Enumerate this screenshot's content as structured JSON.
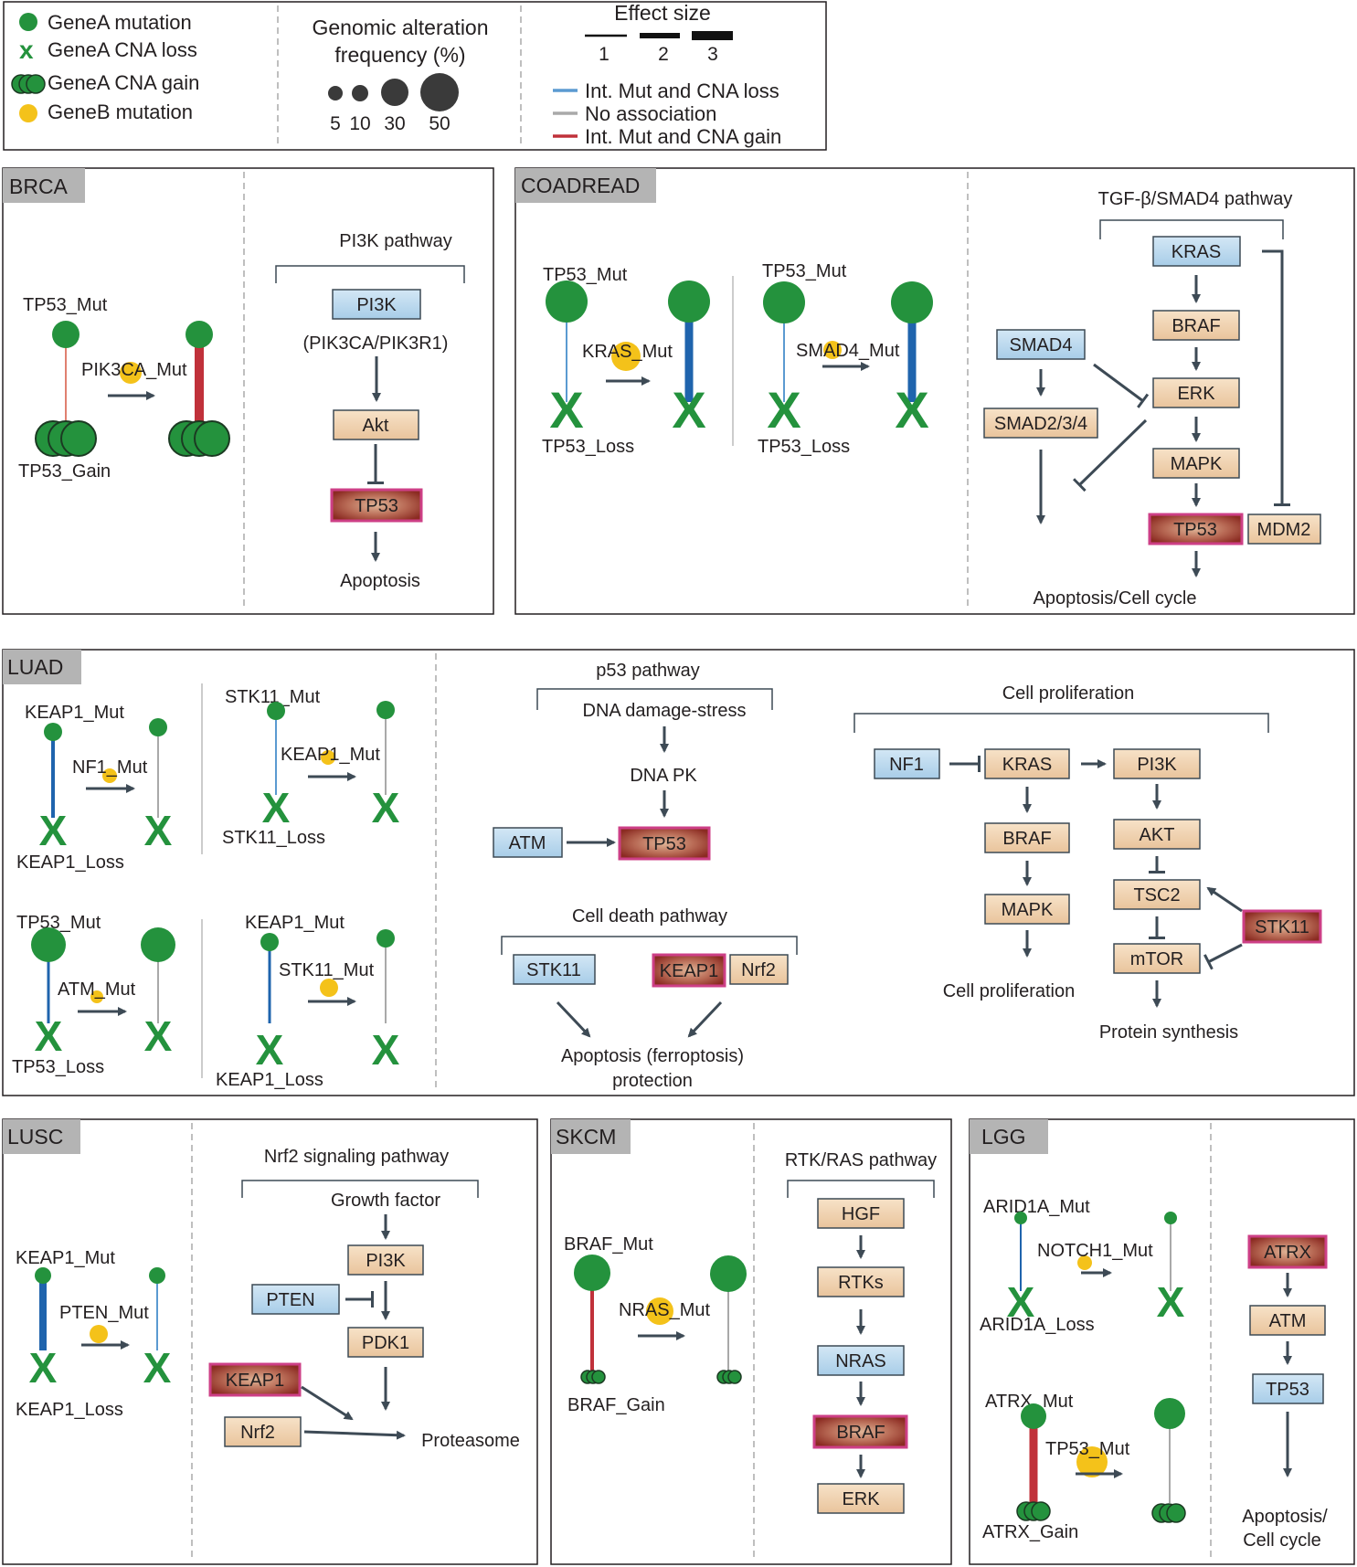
{
  "legend": {
    "markers": [
      "GeneA mutation",
      "GeneA CNA loss",
      "GeneA CNA gain",
      "GeneB mutation"
    ],
    "freq_title": [
      "Genomic alteration",
      "frequency (%)"
    ],
    "freq_values": [
      "5",
      "10",
      "30",
      "50"
    ],
    "effect_title": "Effect size",
    "effect_values": [
      "1",
      "2",
      "3"
    ],
    "lines": [
      "Int. Mut and CNA loss",
      "No association",
      "Int. Mut and CNA gain"
    ]
  },
  "colors": {
    "loss_line": "#5b9ad1",
    "no_assoc_line": "#a9a9a9",
    "gain_line": "#c0313a",
    "strong_loss_line": "#1f64ad",
    "geneA": "#24923d",
    "geneB": "#f4c21a",
    "orange_box": "#f0d2b0",
    "blue_box": "#b8d7ec",
    "red_box": "#9e3a2f",
    "red_border": "#cd3f86",
    "header_gray": "#b4b4b4",
    "arrow": "#3d4a55"
  },
  "panels": {
    "brca": {
      "title": "BRCA",
      "labels": [
        "TP53_Mut",
        "PIK3CA_Mut",
        "TP53_Gain"
      ],
      "pathway_title": "PI3K pathway",
      "sub": "(PIK3CA/PIK3R1)",
      "boxes": [
        "PI3K",
        "Akt",
        "TP53"
      ],
      "outcome": "Apoptosis"
    },
    "coadread": {
      "title": "COADREAD",
      "labels": [
        "TP53_Mut",
        "KRAS_Mut",
        "TP53_Loss",
        "TP53_Mut",
        "SMAD4_Mut",
        "TP53_Loss"
      ],
      "pathway_title": "TGF-β/SMAD4 pathway",
      "boxes": [
        "KRAS",
        "BRAF",
        "ERK",
        "MAPK",
        "TP53",
        "MDM2",
        "SMAD4",
        "SMAD2/3/4"
      ],
      "outcome": "Apoptosis/Cell cycle"
    },
    "luad": {
      "title": "LUAD",
      "labels": [
        "KEAP1_Mut",
        "NF1_Mut",
        "KEAP1_Loss",
        "STK11_Mut",
        "KEAP1_Mut",
        "STK11_Loss",
        "TP53_Mut",
        "ATM_Mut",
        "TP53_Loss",
        "KEAP1_Mut",
        "STK11_Mut",
        "KEAP1_Loss"
      ],
      "p53_title": "p53 pathway",
      "p53_texts": [
        "DNA damage-stress",
        "DNA PK"
      ],
      "p53_boxes": [
        "ATM",
        "TP53"
      ],
      "death_title": "Cell death pathway",
      "death_boxes": [
        "STK11",
        "KEAP1",
        "Nrf2"
      ],
      "death_outcome": [
        "Apoptosis (ferroptosis)",
        "protection"
      ],
      "prolif_title": "Cell proliferation",
      "prolif_boxes": [
        "NF1",
        "KRAS",
        "PI3K",
        "BRAF",
        "AKT",
        "MAPK",
        "TSC2",
        "STK11",
        "mTOR"
      ],
      "prolif_outcomes": [
        "Cell proliferation",
        "Protein synthesis"
      ]
    },
    "lusc": {
      "title": "LUSC",
      "labels": [
        "KEAP1_Mut",
        "PTEN_Mut",
        "KEAP1_Loss"
      ],
      "pathway_title": "Nrf2 signaling pathway",
      "growth": "Growth factor",
      "boxes": [
        "PI3K",
        "PTEN",
        "PDK1",
        "KEAP1",
        "Nrf2"
      ],
      "outcome": "Proteasome"
    },
    "skcm": {
      "title": "SKCM",
      "labels": [
        "BRAF_Mut",
        "NRAS_Mut",
        "BRAF_Gain"
      ],
      "pathway_title": "RTK/RAS pathway",
      "boxes": [
        "HGF",
        "RTKs",
        "NRAS",
        "BRAF",
        "ERK"
      ]
    },
    "lgg": {
      "title": "LGG",
      "labels": [
        "ARID1A_Mut",
        "NOTCH1_Mut",
        "ARID1A_Loss",
        "ATRX_Mut",
        "TP53_Mut",
        "ATRX_Gain"
      ],
      "boxes": [
        "ATRX",
        "ATM",
        "TP53"
      ],
      "outcome": [
        "Apoptosis/",
        "Cell cycle"
      ]
    }
  }
}
